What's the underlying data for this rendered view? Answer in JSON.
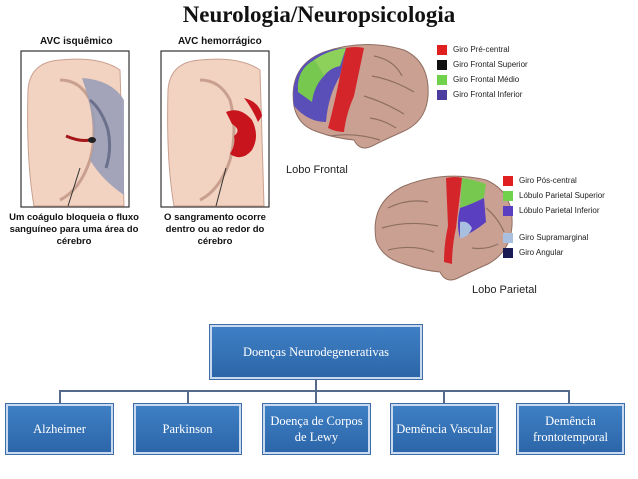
{
  "title": "Neurologia/Neuropsicologia",
  "avc": {
    "ischemic": {
      "title": "AVC isquêmico",
      "caption": "Um coágulo bloqueia o fluxo sanguíneo para uma área do cérebro"
    },
    "hemorrhagic": {
      "title": "AVC hemorrágico",
      "caption": "O sangramento ocorre dentro ou ao redor do cérebro"
    }
  },
  "frontal": {
    "label": "Lobo Frontal",
    "legend": [
      {
        "label": "Giro Pré-central",
        "color": "#e02020"
      },
      {
        "label": "Giro Frontal Superior",
        "color": "#111111"
      },
      {
        "label": "Giro Frontal Médio",
        "color": "#6fd24a"
      },
      {
        "label": "Giro Frontal Inferior",
        "color": "#4a3d9e"
      }
    ]
  },
  "parietal": {
    "label": "Lobo Parietal",
    "legend": [
      {
        "label": "Giro Pós-central",
        "color": "#e02020"
      },
      {
        "label": "Lóbulo Parietal Superior",
        "color": "#6fd24a"
      },
      {
        "label": "Lóbulo Parietal Inferior",
        "color": "#5a3fc0"
      },
      {
        "label": "Giro Supramarginal",
        "color": "#a9bfe0"
      },
      {
        "label": "Giro Angular",
        "color": "#1a1a55"
      }
    ]
  },
  "org": {
    "root": "Doenças Neurodegenerativas",
    "children": [
      "Alzheimer",
      "Parkinson",
      "Doença de Corpos de Lewy",
      "Demência Vascular",
      "Demência frontotemporal"
    ]
  }
}
